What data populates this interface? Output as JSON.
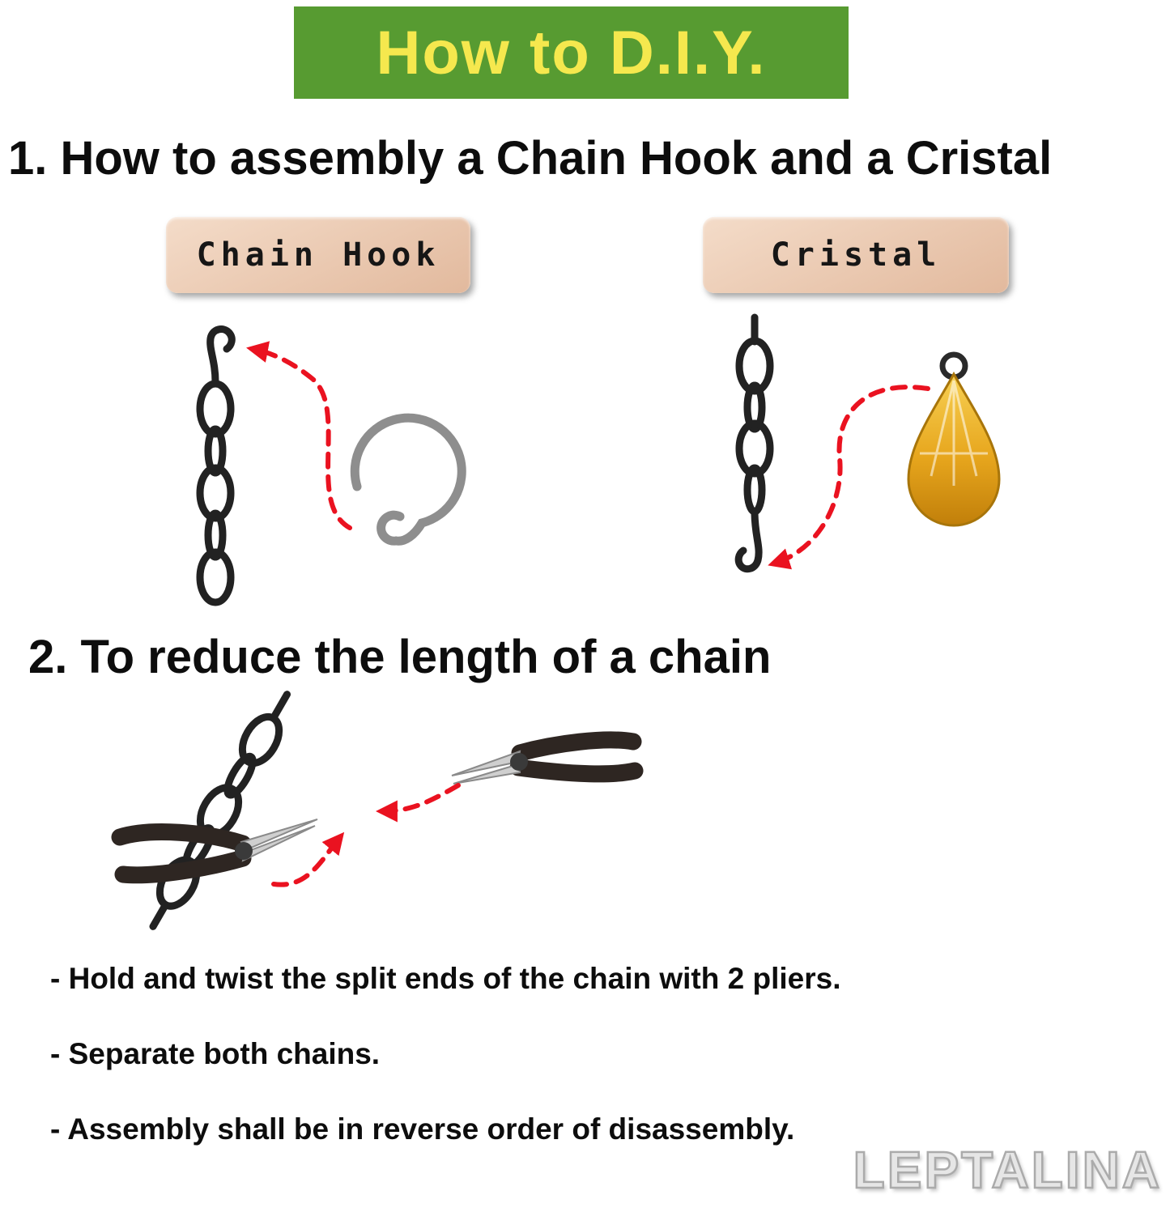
{
  "banner": {
    "title": "How to D.I.Y."
  },
  "section1": {
    "heading": "1. How to assembly a Chain Hook and a Cristal",
    "chain_hook_label": "Chain Hook",
    "cristal_label": "Cristal"
  },
  "section2": {
    "heading": "2. To reduce the length of a chain",
    "bullets": [
      "- Hold and twist the split ends of the chain with 2 pliers.",
      "- Separate both chains.",
      "- Assembly shall be in reverse order of disassembly."
    ]
  },
  "watermark": "LEPTALINA",
  "colors": {
    "banner_bg": "#579b31",
    "banner_text": "#f5e84e",
    "label_bg": "#e2b99d",
    "chain": "#222222",
    "hook": "#8e8e8e",
    "arrow": "#ea1220",
    "crystal": "#e7a61d",
    "pliers_handle": "#2e2622",
    "pliers_nose": "#cfcfcf",
    "watermark": "#e6e6e6"
  },
  "icons": {
    "chain": "chain-links-icon",
    "hook": "ceiling-hook-icon",
    "crystal": "teardrop-crystal-icon",
    "pliers": "needle-nose-pliers-icon",
    "arrow": "dashed-red-arrow"
  }
}
